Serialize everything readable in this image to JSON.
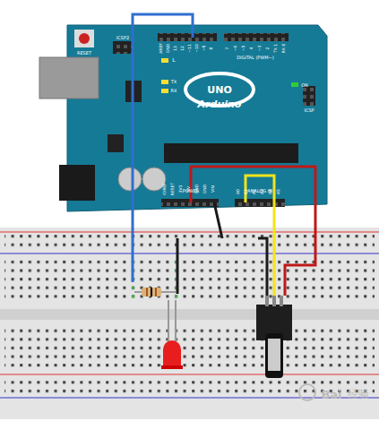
{
  "diagram": {
    "labels": [
      "RESET",
      "ICSP2",
      "L",
      "TX",
      "RX",
      "Arduino",
      "UNO",
      "ON",
      "DIGITAL (PWM~)",
      "ICSP",
      "POWER",
      "ANALOG IN",
      "AREF",
      "GND",
      "13",
      "12",
      "~11",
      "~10",
      "~9",
      "8",
      "7",
      "~6",
      "~5",
      "4",
      "~3",
      "2",
      "TX 1",
      "RX 0",
      "IOREF",
      "RESET",
      "3V3",
      "5V",
      "GND",
      "GND",
      "VIN",
      "A0",
      "A1",
      "A2",
      "A3",
      "A4",
      "A5",
      "Bai",
      "经验"
    ]
  }
}
